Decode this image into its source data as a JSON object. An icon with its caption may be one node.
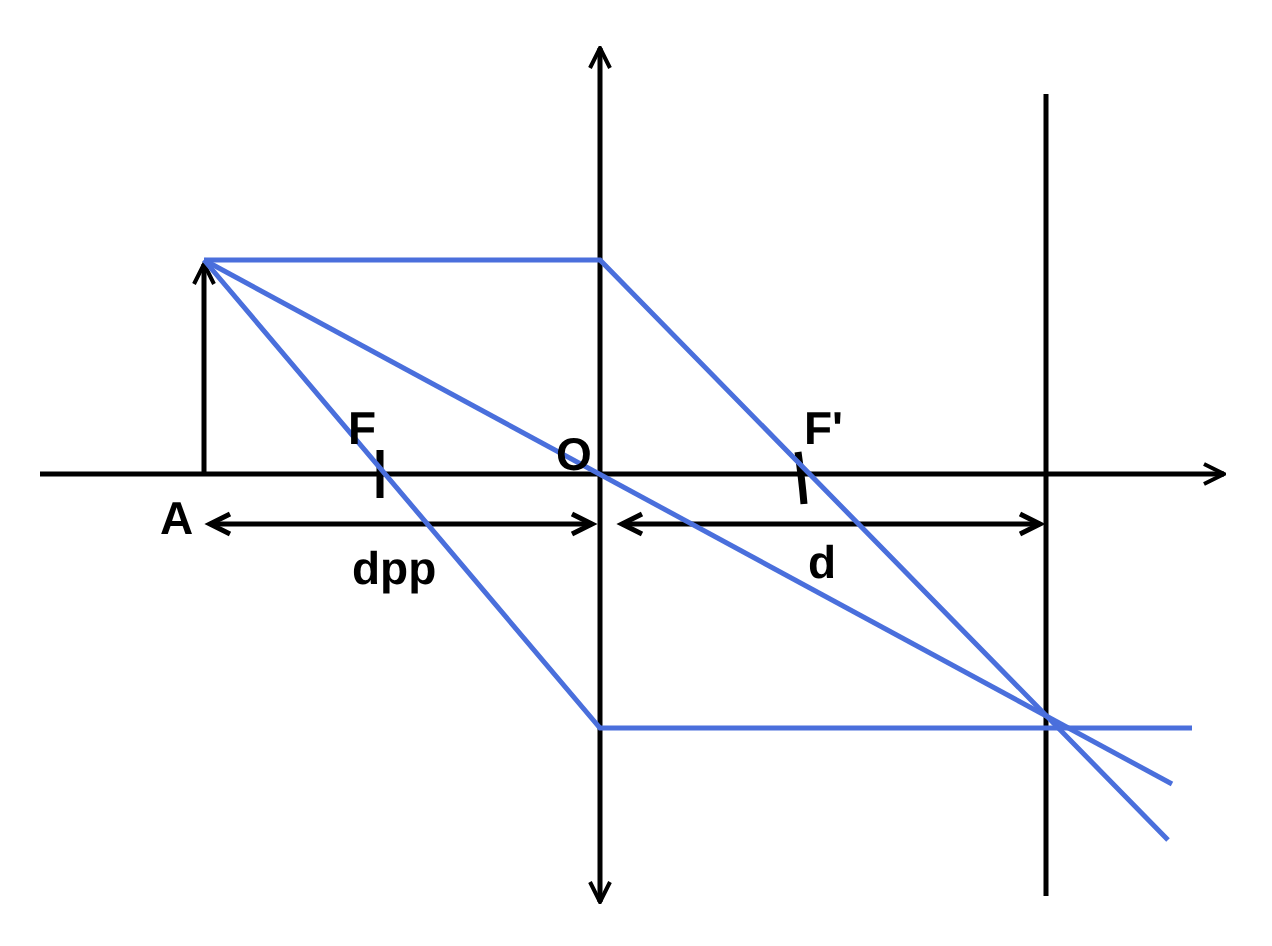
{
  "diagram": {
    "labels": [
      "F",
      "F'",
      "O",
      "A",
      "dpp",
      "d"
    ]
  }
}
